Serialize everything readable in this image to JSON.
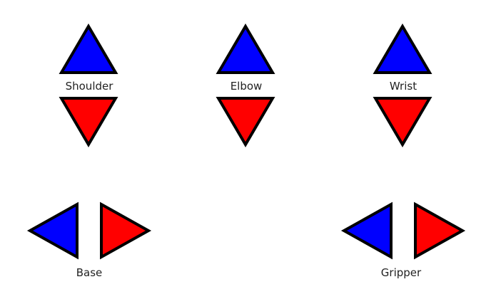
{
  "colors": {
    "increase": "#0000ff",
    "decrease": "#ff0000",
    "outline": "#000000",
    "background": "#ffffff"
  },
  "vertical_controls": [
    {
      "id": "shoulder",
      "label": "Shoulder",
      "up_icon": "triangle-up-icon",
      "down_icon": "triangle-down-icon"
    },
    {
      "id": "elbow",
      "label": "Elbow",
      "up_icon": "triangle-up-icon",
      "down_icon": "triangle-down-icon"
    },
    {
      "id": "wrist",
      "label": "Wrist",
      "up_icon": "triangle-up-icon",
      "down_icon": "triangle-down-icon"
    }
  ],
  "horizontal_controls": [
    {
      "id": "base",
      "label": "Base",
      "left_icon": "triangle-left-icon",
      "right_icon": "triangle-right-icon"
    },
    {
      "id": "gripper",
      "label": "Gripper",
      "left_icon": "triangle-left-icon",
      "right_icon": "triangle-right-icon"
    }
  ]
}
